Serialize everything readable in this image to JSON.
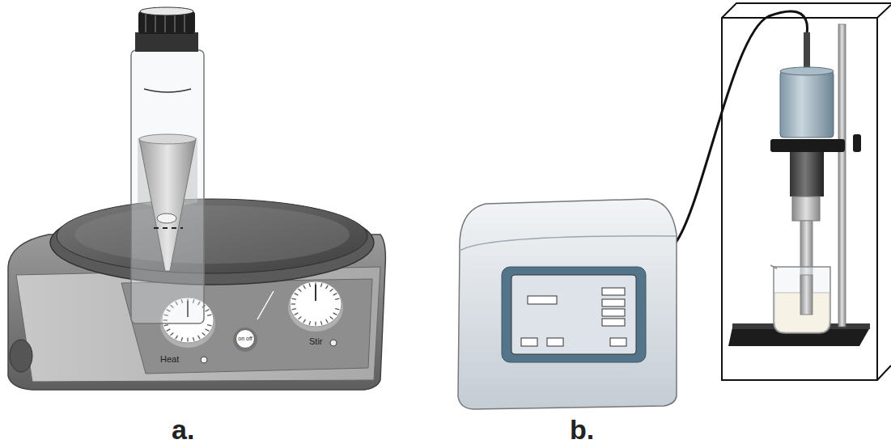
{
  "diagram": {
    "nodes": [
      {
        "text": [
          "on off"
        ]
      }
    ],
    "labels": [
      "Heat",
      "Stir",
      "a.",
      "b."
    ]
  }
}
